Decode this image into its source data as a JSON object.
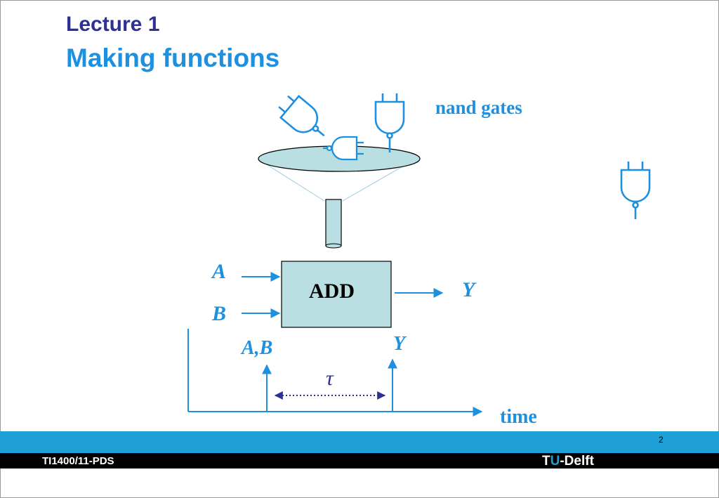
{
  "slide": {
    "title": "Lecture 1",
    "subtitle": "Making functions",
    "gates_label": "nand gates",
    "block_label": "ADD",
    "input_a": "A",
    "input_b": "B",
    "output": "Y",
    "timing_inputs": "A,B",
    "timing_output": "Y",
    "delay_symbol": "τ",
    "time_axis": "time",
    "page_number": "2"
  },
  "footer": {
    "course": "TI1400/11-PDS",
    "brand_t": "T",
    "brand_u": "U",
    "brand_rest": "-Delft"
  },
  "colors": {
    "title": "#2e3192",
    "accent": "#1e90e0",
    "box_fill": "#b9dfe3",
    "footer_blue": "#1ea0d6",
    "footer_black": "#000000"
  }
}
